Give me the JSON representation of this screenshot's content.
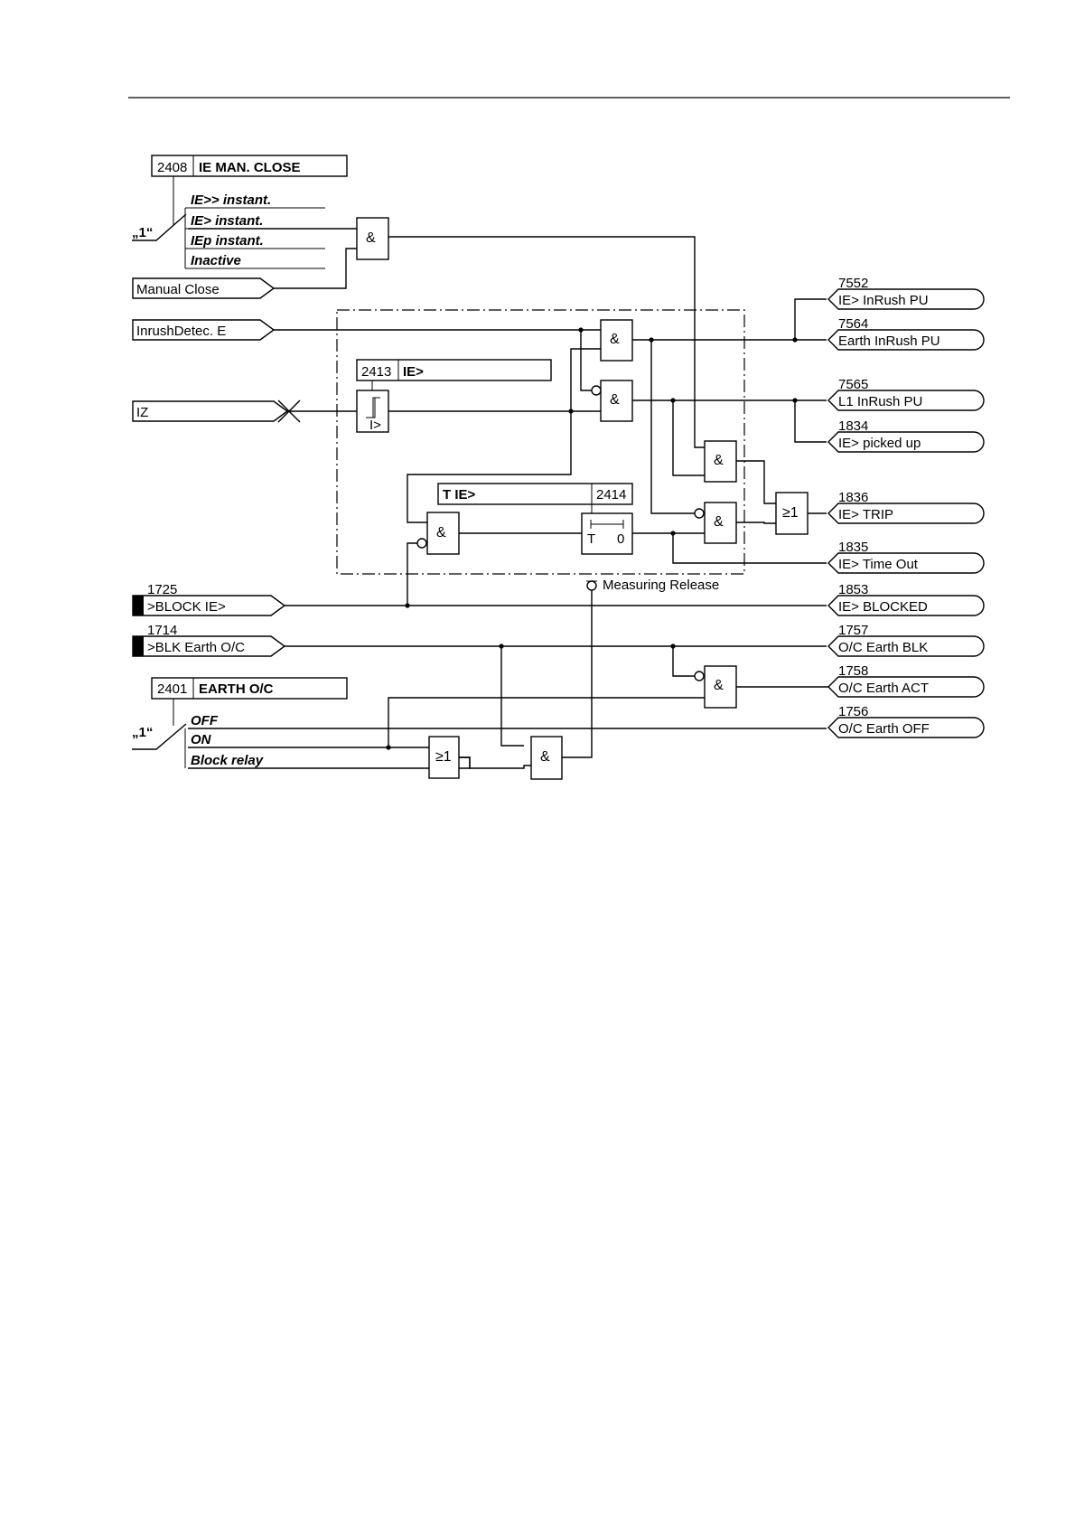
{
  "params": {
    "p2408": {
      "number": "2408",
      "name": "IE MAN. CLOSE"
    },
    "p2413": {
      "number": "2413",
      "name": "IE>"
    },
    "p2414": {
      "number": "2414",
      "name": "T IE>"
    },
    "p2401": {
      "number": "2401",
      "name": "EARTH O/C"
    }
  },
  "switch1": {
    "value_label": "„1“",
    "options": [
      "IE>> instant.",
      "IE> instant.",
      "IEp instant.",
      "Inactive"
    ]
  },
  "switch2": {
    "value_label": "„1“",
    "options": [
      "OFF",
      "ON",
      "Block relay"
    ]
  },
  "inputs": {
    "manual_close": "Manual Close",
    "inrush": "InrushDetec. E",
    "iz": "IZ",
    "block_ie": {
      "number": "1725",
      "label": ">BLOCK IE>"
    },
    "blk_earth": {
      "number": "1714",
      "label": ">BLK Earth O/C"
    }
  },
  "outputs": [
    {
      "number": "7552",
      "label": "IE> InRush PU"
    },
    {
      "number": "7564",
      "label": "Earth InRush PU"
    },
    {
      "number": "7565",
      "label": "L1 InRush PU"
    },
    {
      "number": "1834",
      "label": "IE> picked up"
    },
    {
      "number": "1836",
      "label": "IE> TRIP"
    },
    {
      "number": "1835",
      "label": "IE> Time Out"
    },
    {
      "number": "1853",
      "label": "IE> BLOCKED"
    },
    {
      "number": "1757",
      "label": "O/C Earth BLK"
    },
    {
      "number": "1758",
      "label": "O/C Earth ACT"
    },
    {
      "number": "1756",
      "label": "O/C Earth OFF"
    }
  ],
  "gates": {
    "and": "&",
    "or": "≥1"
  },
  "comparator_label": "I>",
  "timer": {
    "t": "T",
    "zero": "0"
  },
  "measuring_release": "Measuring Release"
}
